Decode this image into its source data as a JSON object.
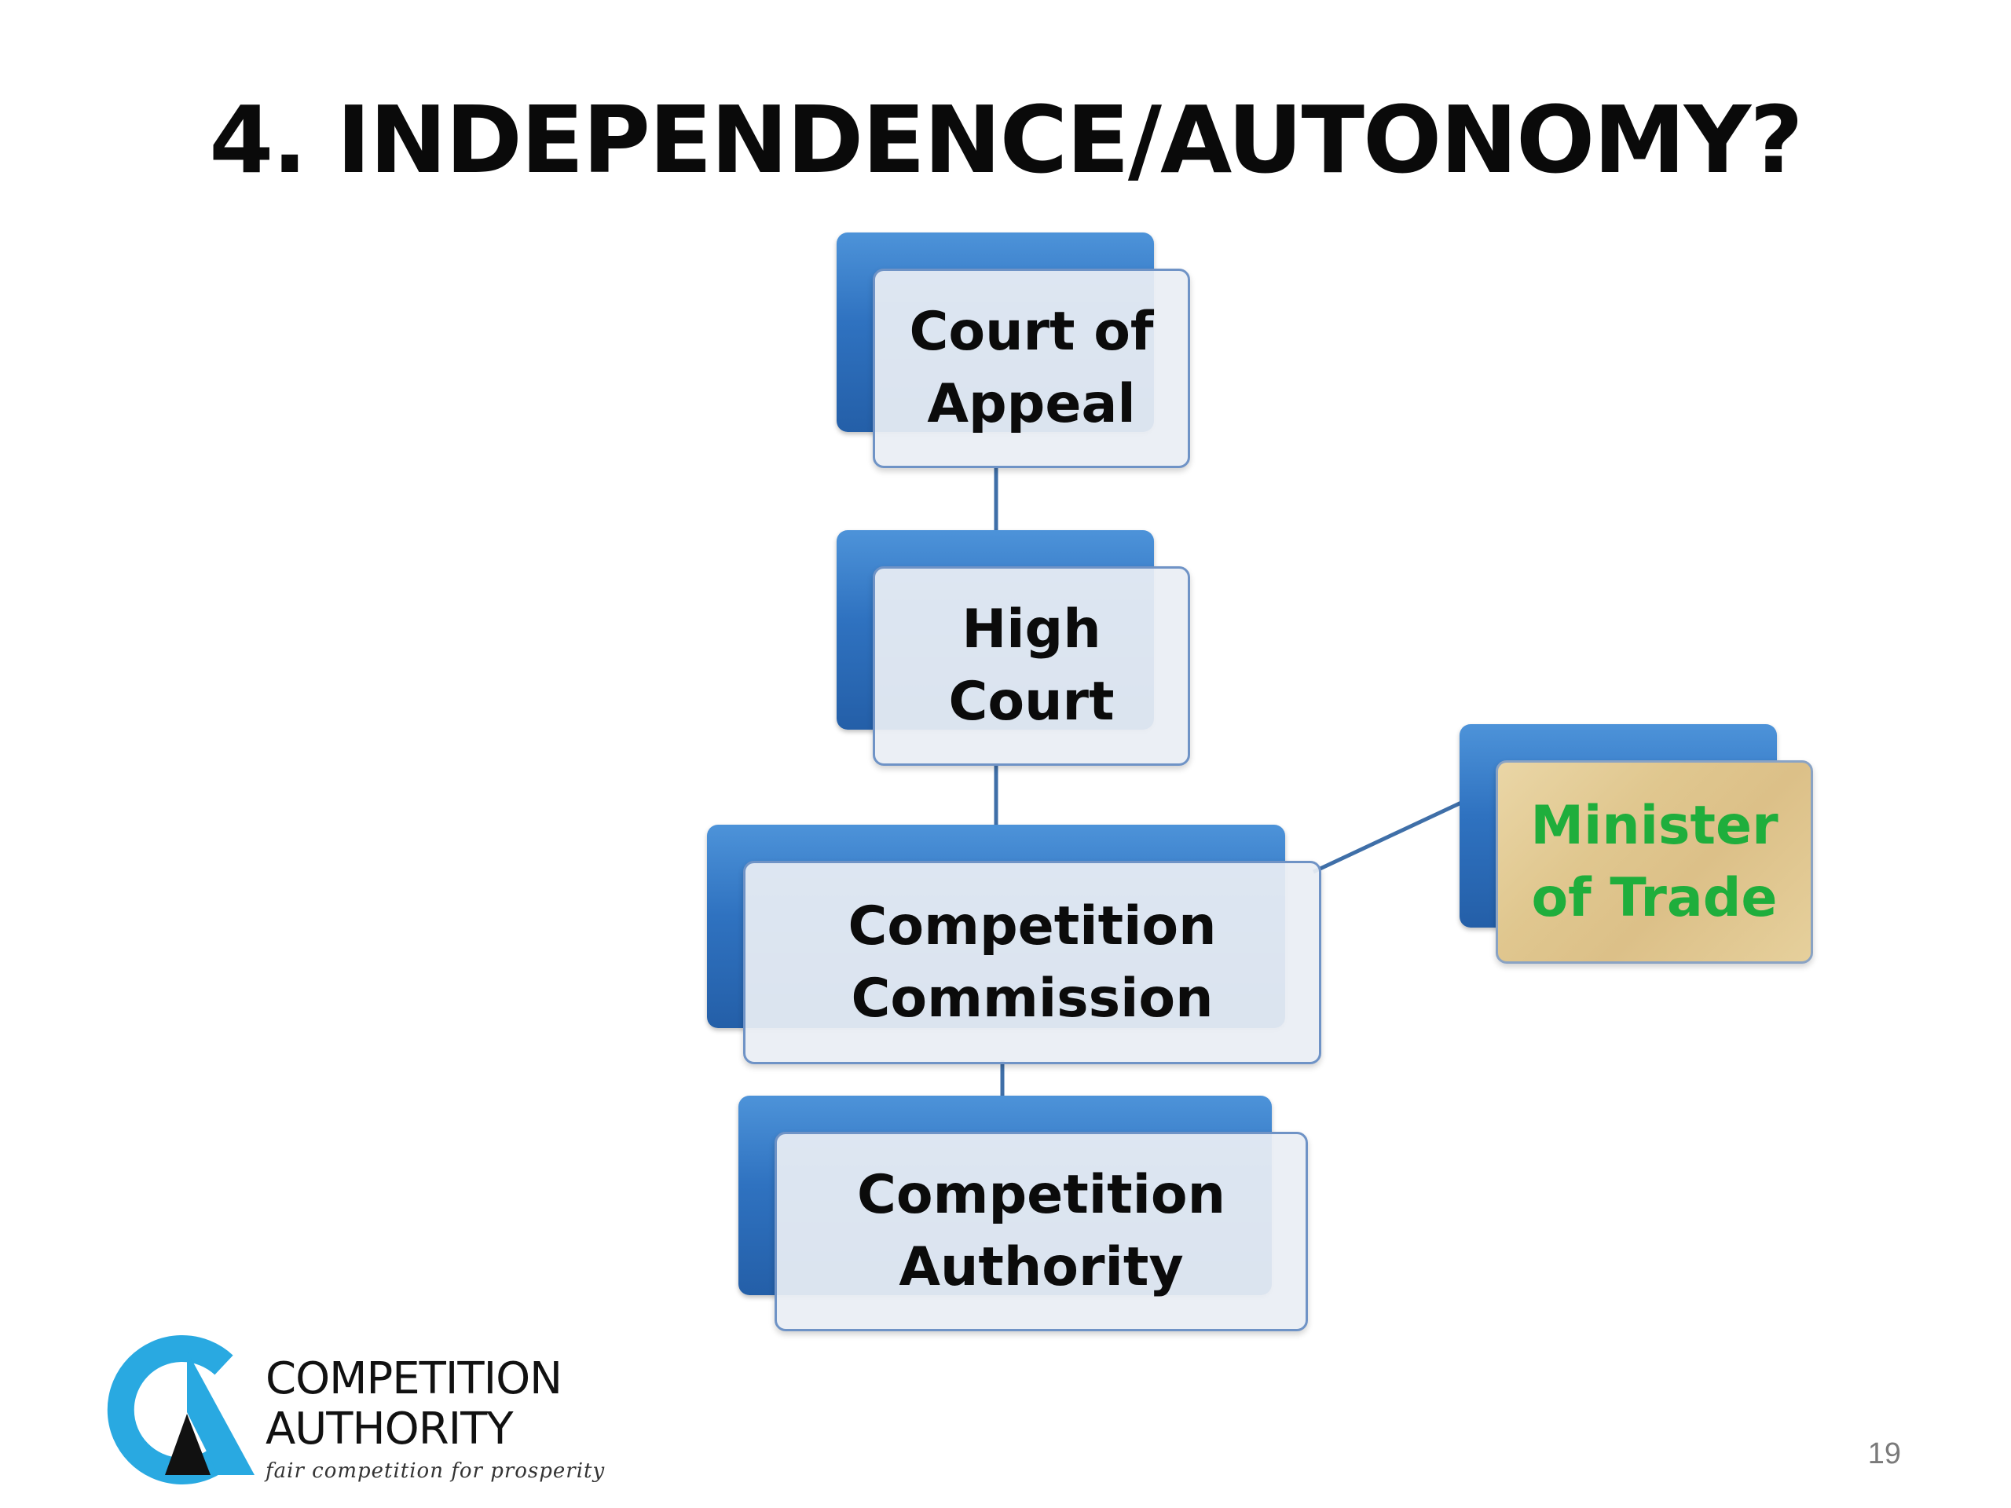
{
  "slide": {
    "title": "4. INDEPENDENCE/AUTONOMY?",
    "page_number": "19"
  },
  "diagram": {
    "nodes": [
      {
        "id": "court-of-appeal",
        "line1": "Court of",
        "line2": "Appeal"
      },
      {
        "id": "high-court",
        "line1": "High",
        "line2": "Court"
      },
      {
        "id": "competition-commission",
        "line1": "Competition",
        "line2": "Commission"
      },
      {
        "id": "competition-authority",
        "line1": "Competition",
        "line2": "Authority"
      },
      {
        "id": "minister-of-trade",
        "line1": "Minister",
        "line2": "of Trade"
      }
    ],
    "edges": [
      {
        "from": "court-of-appeal",
        "to": "high-court"
      },
      {
        "from": "high-court",
        "to": "competition-commission"
      },
      {
        "from": "competition-commission",
        "to": "competition-authority"
      },
      {
        "from": "competition-commission",
        "to": "minister-of-trade"
      }
    ],
    "colors": {
      "box_back": "#2f72c0",
      "box_front": "#eaeef4",
      "minister_front": "#e0c78f",
      "minister_text": "#1fae3c",
      "connector": "#3f6fa8"
    }
  },
  "logo": {
    "line1": "COMPETITION",
    "line2": "AUTHORITY",
    "tagline": "fair competition for prosperity",
    "colors": {
      "ring": "#29a9e1",
      "triangle": "#111111"
    }
  }
}
